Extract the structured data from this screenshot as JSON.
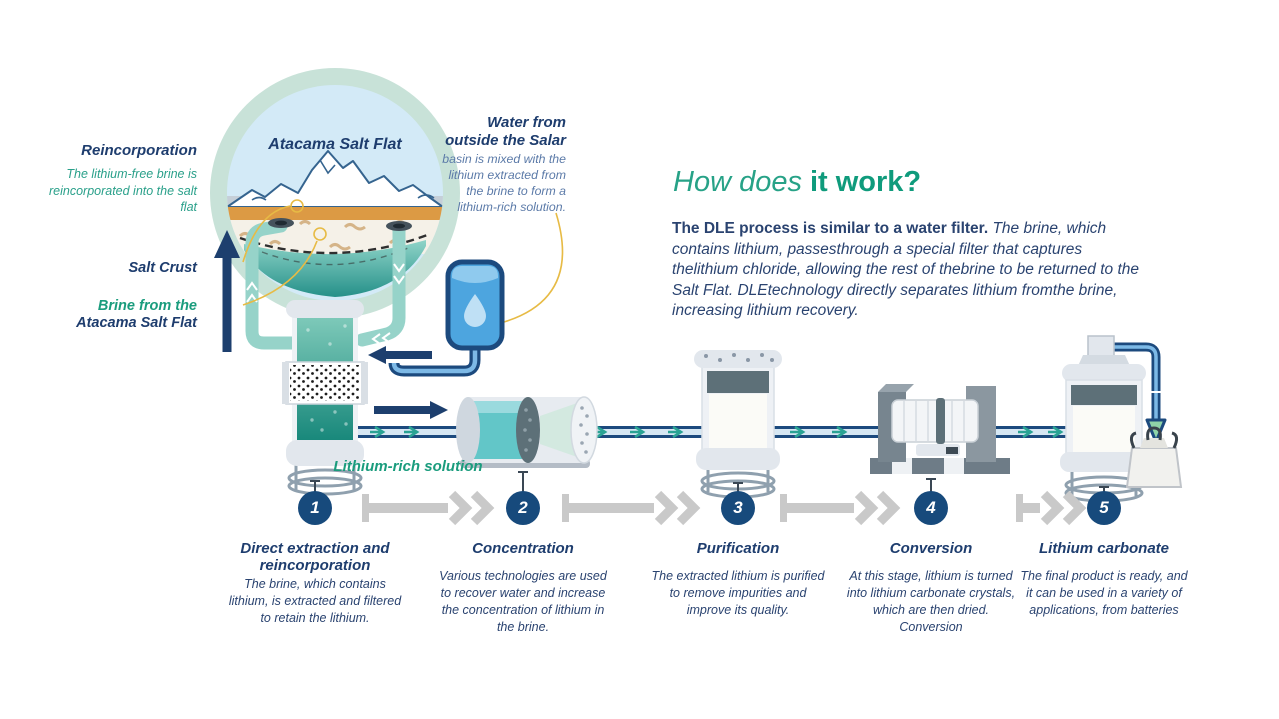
{
  "labels": {
    "reincorporation": {
      "title": "Reincorporation",
      "desc": "The lithium-free brine is reincorporated into the salt flat"
    },
    "salt_flat": "Atacama Salt Flat",
    "salt_crust": "Salt Crust",
    "brine": {
      "line1": "Brine from the",
      "line2": "Atacama Salt Flat"
    },
    "water": {
      "title": "Water from outside the Salar",
      "desc": "basin is mixed with the lithium extracted from the brine to form a lithium-rich solution."
    },
    "lithium_rich": "Lithium-rich solution"
  },
  "heading": {
    "light": "How does",
    "bold": "it work?"
  },
  "paragraph": {
    "lead": "The DLE process is similar to a water filter.",
    "rest": "The brine, which contains lithium, passesthrough a special filter that captures thelithium chloride, allowing the rest of thebrine to be returned to the Salt Flat. DLEtechnology directly separates lithium fromthe brine, increasing lithium recovery."
  },
  "steps": [
    {
      "number": "1",
      "title": "Direct extraction and reincorporation",
      "description": "The brine, which contains lithium, is extracted and filtered to retain the lithium."
    },
    {
      "number": "2",
      "title": "Concentration",
      "description": "Various technologies are used to recover water and increase the concentration of lithium in the brine."
    },
    {
      "number": "3",
      "title": "Purification",
      "description": "The extracted lithium is purified to remove impurities and improve its quality."
    },
    {
      "number": "4",
      "title": "Conversion",
      "description": "At this stage, lithium is turned into lithium carbonate crystals, which are then dried. Conversion"
    },
    {
      "number": "5",
      "title": "Lithium carbonate",
      "description": "The final product is ready, and it can be used in a variety of applications, from batteries"
    }
  ],
  "colors": {
    "navy_text": "#1e3d6e",
    "green_text": "#1a9c7d",
    "heading_green": "#0f9b7c",
    "step_circle_navy": "#174a7c",
    "pipe_teal": "#96d3c9",
    "pipe_navy": "#1c4a7e",
    "pipe_core_blue": "#7db9e6",
    "flow_chevron_teal": "#2aa394",
    "connector_gray": "#c9c9c9",
    "sand_orange": "#dc9a44",
    "water_bag_blue": "#4da5df",
    "brine_teal": "#2a968c",
    "callout_yellow": "#e7bb45"
  }
}
